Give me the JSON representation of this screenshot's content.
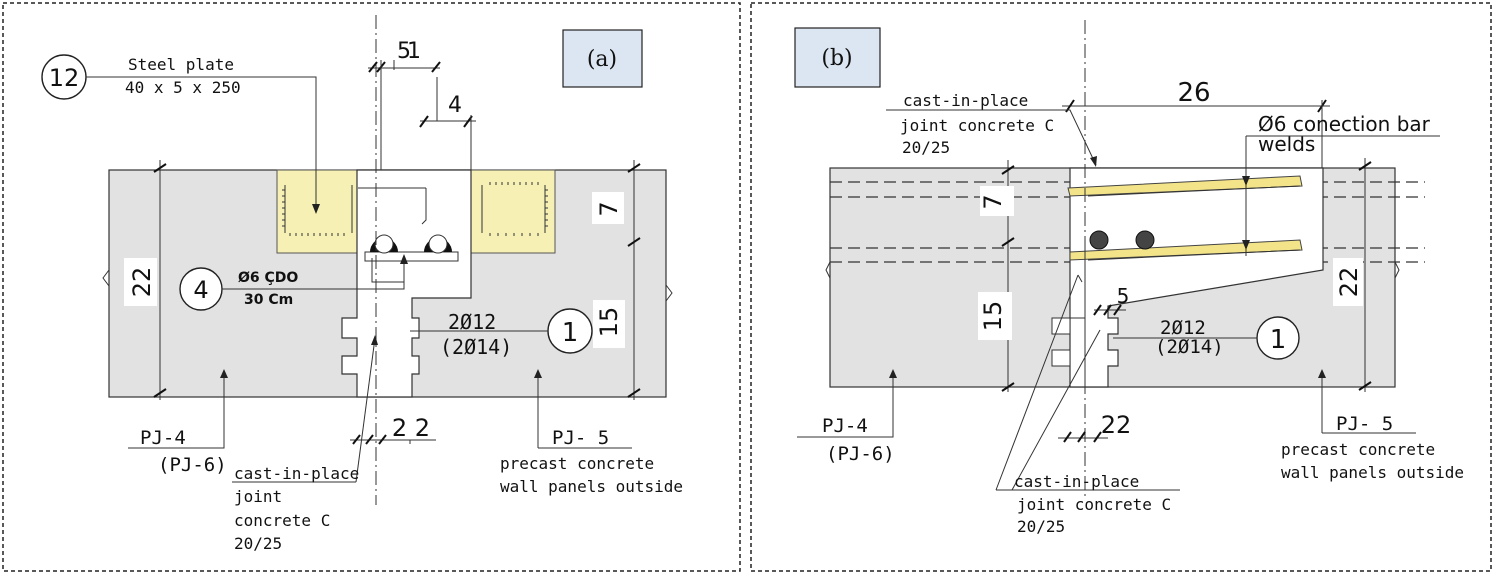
{
  "panel_a": {
    "tag": "(a)",
    "steel_plate_label": "Steel plate",
    "steel_plate_dims": "40 x 5 x 250",
    "callout_12": "12",
    "callout_4": "4",
    "callout_1": "1",
    "stirrup_label": "Ø6  ÇDO",
    "stirrup_spacing": "30 Cm",
    "bar_main": "2Ø12",
    "bar_alt": "(2Ø14)",
    "dim_top_a": "5",
    "dim_top_b": "1",
    "dim_4": "4",
    "dim_7": "7",
    "dim_15": "15",
    "dim_22": "22",
    "dim_bottom": "2 2",
    "left_panel_label": "PJ-4",
    "left_panel_alt": "(PJ-6)",
    "right_panel_label": "PJ- 5",
    "right_panel_desc1": "precast concrete",
    "right_panel_desc2": "wall panels outside",
    "joint_line1": "cast-in-place",
    "joint_line2": "joint",
    "joint_line3": "concrete C",
    "joint_line4": "20/25"
  },
  "panel_b": {
    "tag": "(b)",
    "joint_top_line1": "cast-in-place",
    "joint_top_line2": "joint concrete C",
    "joint_top_line3": "20/25",
    "dim_26": "26",
    "connection_label1": "Ø6 conection bar",
    "connection_label2": "welds",
    "dim_7": "7",
    "dim_15": "15",
    "dim_22": "22",
    "dim_5": "5",
    "dim_bottom": "22",
    "bar_main": "2Ø12",
    "bar_alt": "(2Ø14)",
    "callout_1": "1",
    "left_panel_label": "PJ-4",
    "left_panel_alt": "(PJ-6)",
    "right_panel_label": "PJ- 5",
    "right_panel_desc1": "precast concrete",
    "right_panel_desc2": "wall panels outside",
    "joint_bot_line1": "cast-in-place",
    "joint_bot_line2": "joint concrete C",
    "joint_bot_line3": "20/25"
  },
  "colors": {
    "panel_fill": "#e2e2e2",
    "plate_fill": "#f6f0b4",
    "tag_box_fill": "#dce6f2"
  }
}
